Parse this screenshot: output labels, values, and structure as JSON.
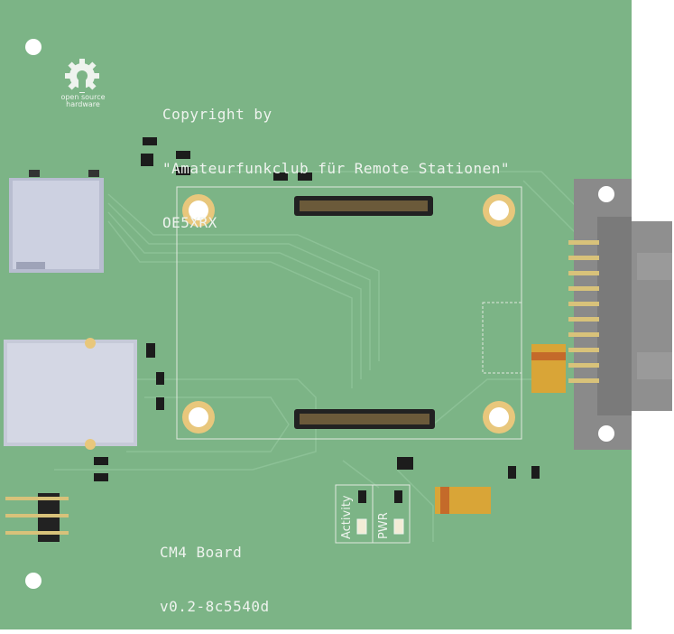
{
  "logo": {
    "line1": "open source",
    "line2": "hardware"
  },
  "copyright": {
    "line1": "Copyright by",
    "line2": "\"Amateurfunkclub für Remote Stationen\"",
    "line3": "OE5XRX"
  },
  "board_label": {
    "name": "CM4 Board",
    "version": "v0.2-8c5540d"
  },
  "leds": {
    "activity": "Activity",
    "power": "PWR"
  },
  "colors": {
    "board": "#7cb486",
    "silk": "#eef3ee",
    "pad_gold": "#e8c77c",
    "tantalum": "#d9a537"
  }
}
